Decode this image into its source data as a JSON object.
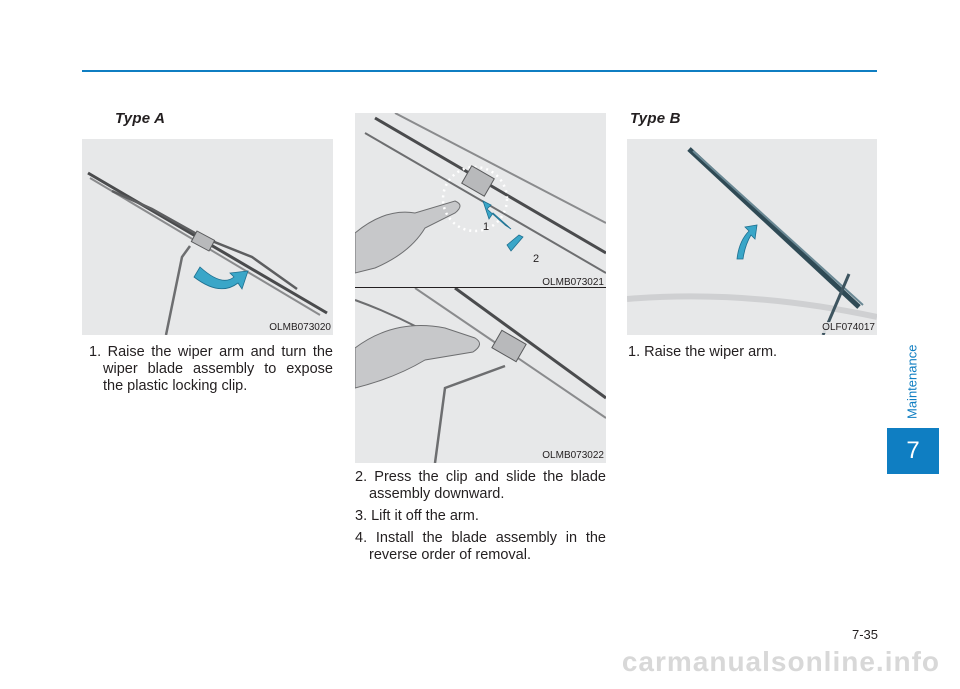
{
  "section": {
    "type_a_heading": "Type A",
    "type_b_heading": "Type B"
  },
  "figures": {
    "fig1_code": "OLMB073020",
    "fig2_code": "OLMB073021",
    "fig3_code": "OLMB073022",
    "fig4_code": "OLF074017",
    "fig2_callout_1": "1",
    "fig2_callout_2": "2"
  },
  "steps_type_a_col1": [
    "1. Raise the wiper arm and turn the wiper blade assembly to expose the plastic locking clip."
  ],
  "steps_type_a_col2": [
    "2. Press the clip and slide the blade assembly downward.",
    "3. Lift it off the arm.",
    "4. Install the blade assembly in the reverse order of removal."
  ],
  "steps_type_b": [
    "1. Raise the wiper arm."
  ],
  "sidebar": {
    "chapter_label": "Maintenance",
    "chapter_number": "7"
  },
  "footer": {
    "page_number": "7-35",
    "watermark": "carmanualsonline.info"
  },
  "colors": {
    "accent": "#0f7ec2",
    "arrow": "#3aa6c8",
    "figure_bg": "#e7e8e9"
  }
}
